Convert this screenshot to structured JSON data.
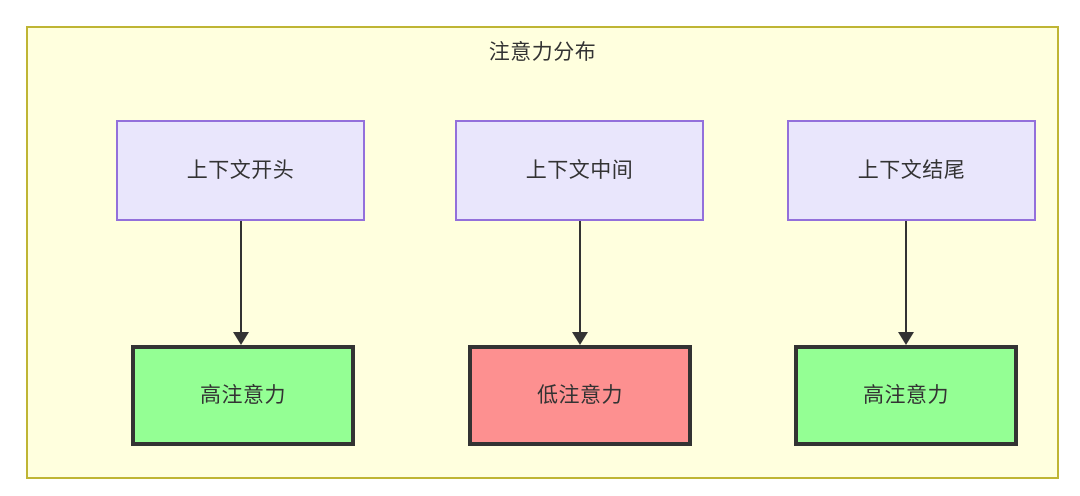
{
  "diagram": {
    "title": "注意力分布",
    "container": {
      "fill": "#ffffde",
      "stroke": "#bfb534"
    },
    "columns": [
      {
        "id": "start",
        "context": {
          "label": "上下文开头",
          "fill": "#e9e6fc",
          "stroke": "#9370db"
        },
        "attention": {
          "label": "高注意力",
          "level": "high",
          "fill": "#94ff94",
          "stroke": "#333333"
        },
        "connector": "arrow-down"
      },
      {
        "id": "middle",
        "context": {
          "label": "上下文中间",
          "fill": "#e9e6fc",
          "stroke": "#9370db"
        },
        "attention": {
          "label": "低注意力",
          "level": "low",
          "fill": "#fd9090",
          "stroke": "#333333"
        },
        "connector": "arrow-down"
      },
      {
        "id": "end",
        "context": {
          "label": "上下文结尾",
          "fill": "#e9e6fc",
          "stroke": "#9370db"
        },
        "attention": {
          "label": "高注意力",
          "level": "high",
          "fill": "#94ff94",
          "stroke": "#333333"
        },
        "connector": "arrow-down"
      }
    ]
  }
}
